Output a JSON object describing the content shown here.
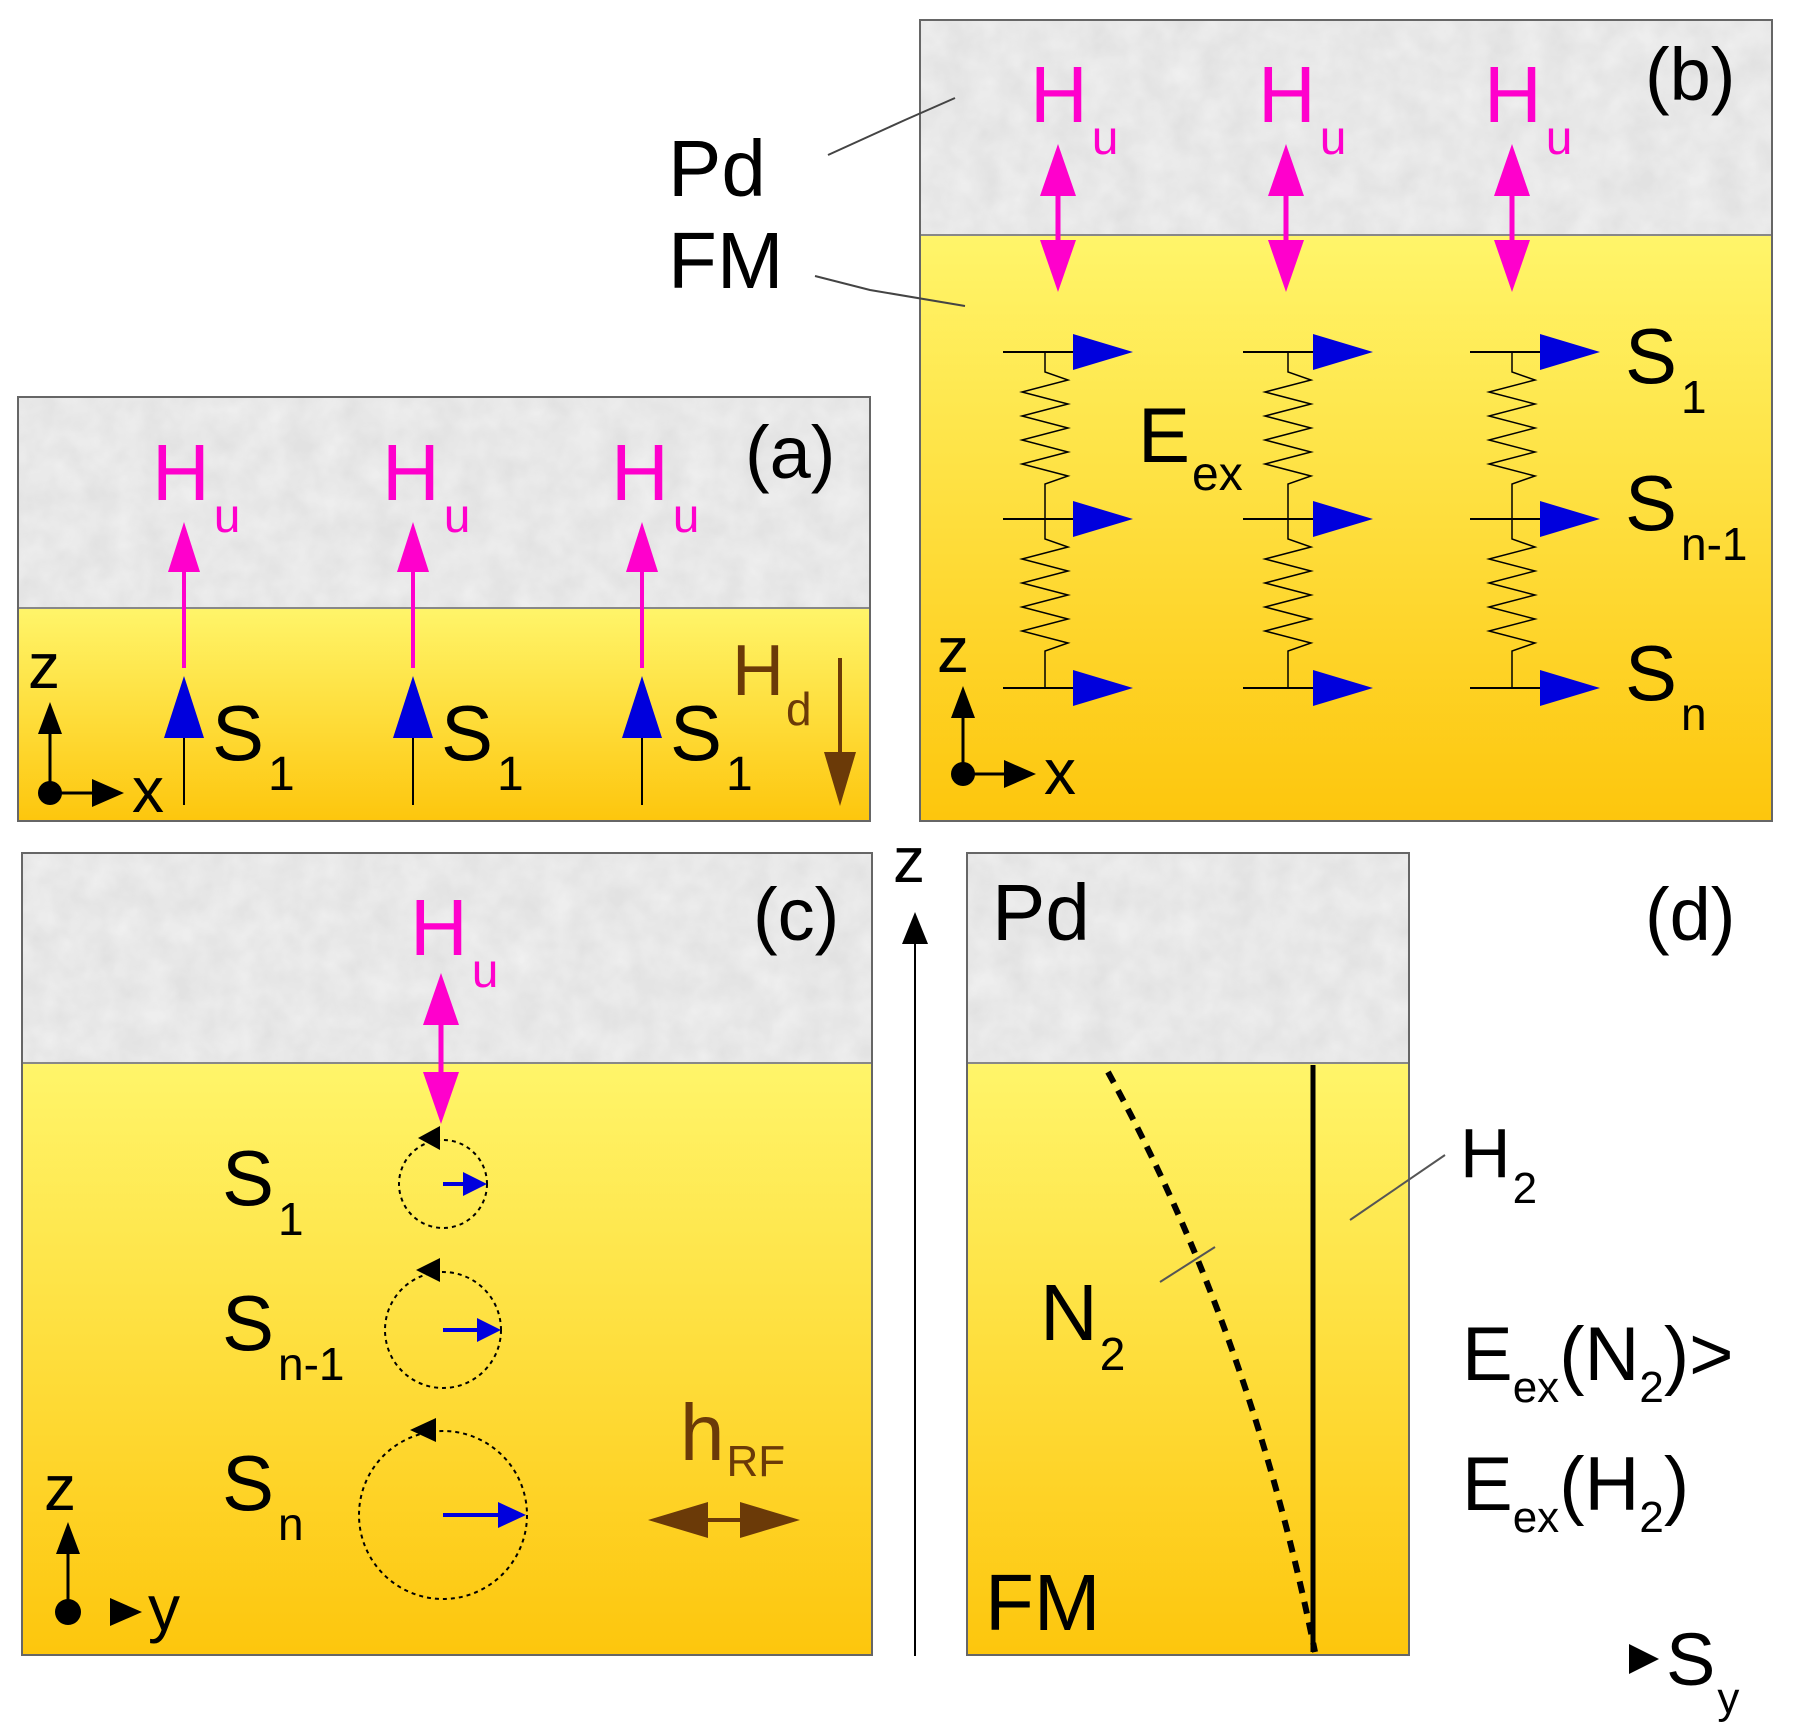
{
  "colors": {
    "pd_layer": "#e8e8e8",
    "fm_top": "#fff56a",
    "fm_bottom": "#fdc60d",
    "anisotropy_field": "#ff00cc",
    "spin": "#0000dd",
    "demag_field": "#6b3a08",
    "rf_field": "#6b3a08",
    "outline": "#000000"
  },
  "panels": {
    "a": {
      "label": "(a)",
      "field_sub": "u",
      "field_main": "H",
      "spin_main": "S",
      "spin_sub": "1",
      "demag_main": "H",
      "demag_sub": "d",
      "axis_v": "z",
      "axis_h": "x"
    },
    "b": {
      "label": "(b)",
      "field_main": "H",
      "field_sub": "u",
      "pd_label": "Pd",
      "fm_label": "FM",
      "exchange_main": "E",
      "exchange_sub": "ex",
      "spins": [
        {
          "main": "S",
          "sub": "1"
        },
        {
          "main": "S",
          "sub": "n-1"
        },
        {
          "main": "S",
          "sub": "n"
        }
      ],
      "axis_v": "z",
      "axis_h": "x"
    },
    "c": {
      "label": "(c)",
      "field_main": "H",
      "field_sub": "u",
      "spins": [
        {
          "main": "S",
          "sub": "1"
        },
        {
          "main": "S",
          "sub": "n-1"
        },
        {
          "main": "S",
          "sub": "n"
        }
      ],
      "rf_main": "h",
      "rf_sub": "RF",
      "axis_v": "z",
      "axis_h": "y"
    },
    "d": {
      "label": "(d)",
      "pd_label": "Pd",
      "fm_label": "FM",
      "axis_z": "z",
      "curve_h_main": "H",
      "curve_h_sub": "2",
      "curve_n_main": "N",
      "curve_n_sub": "2",
      "ineq_line1": {
        "e": "E",
        "ex": "ex",
        "open": "(",
        "n": "N",
        "two": "2",
        "close": ")>"
      },
      "ineq_line2": {
        "e": "E",
        "ex": "ex",
        "open": "(",
        "h": "H",
        "two": "2",
        "close": ")"
      },
      "axis_s_main": "S",
      "axis_s_sub": "y"
    }
  }
}
